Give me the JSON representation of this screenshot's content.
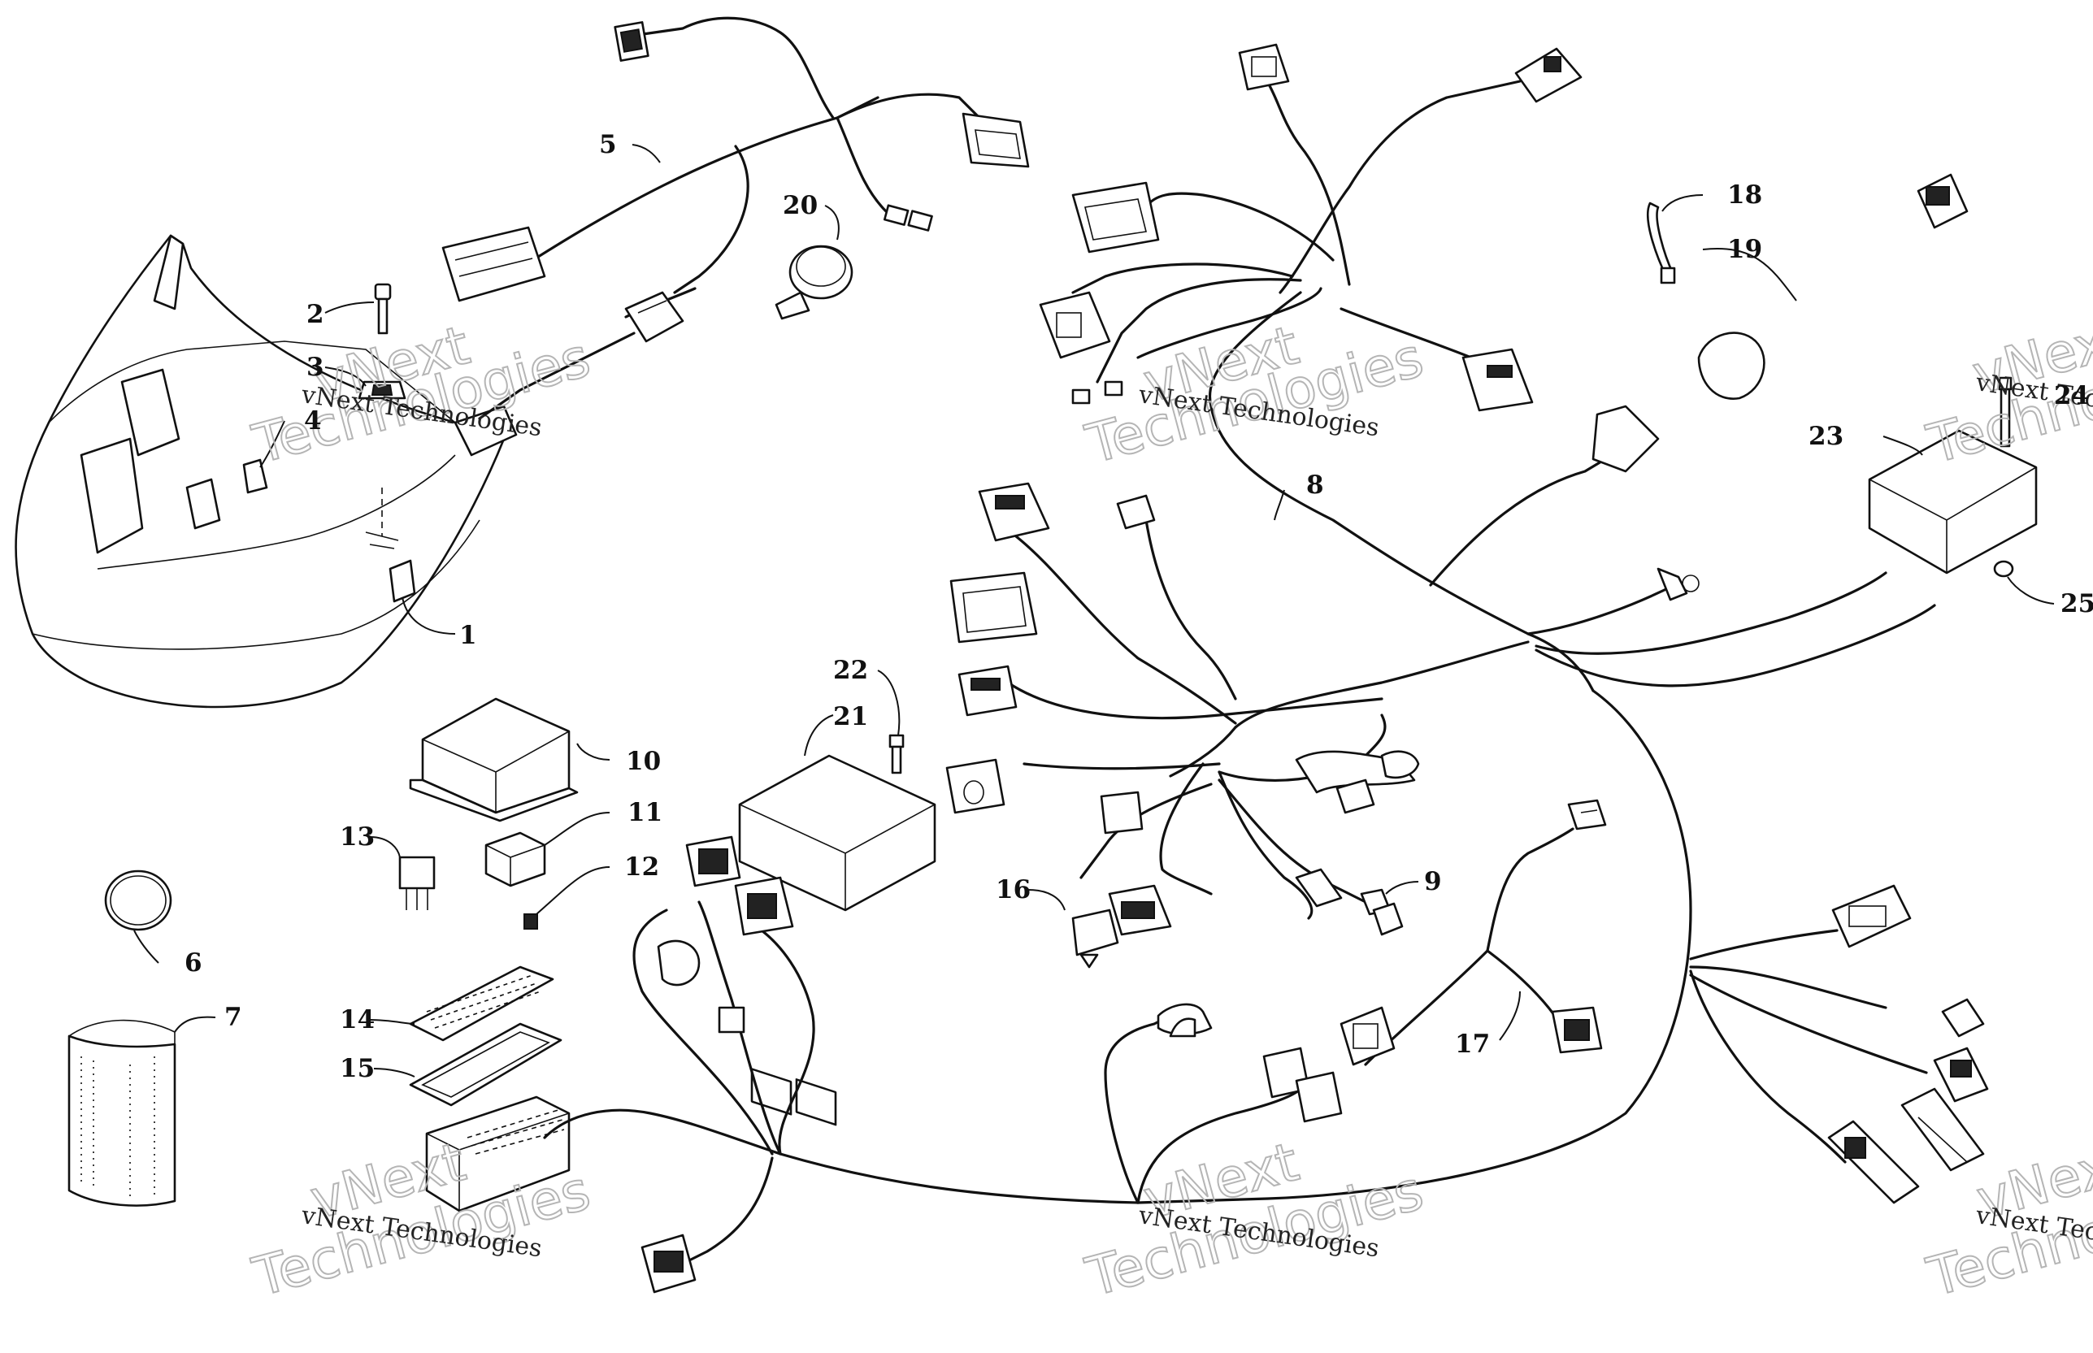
{
  "callouts": [
    "1",
    "2",
    "3",
    "4",
    "5",
    "6",
    "7",
    "8",
    "9",
    "10",
    "11",
    "12",
    "13",
    "14",
    "15",
    "16",
    "17",
    "18",
    "19",
    "20",
    "21",
    "22",
    "23",
    "24",
    "25"
  ],
  "watermark": {
    "small": "vNext Technologies",
    "big_top": "vNext",
    "big_bottom": "Technologies"
  },
  "colors": {
    "line": "#111111",
    "background": "#ffffff",
    "watermark": "#b5b5b5"
  }
}
